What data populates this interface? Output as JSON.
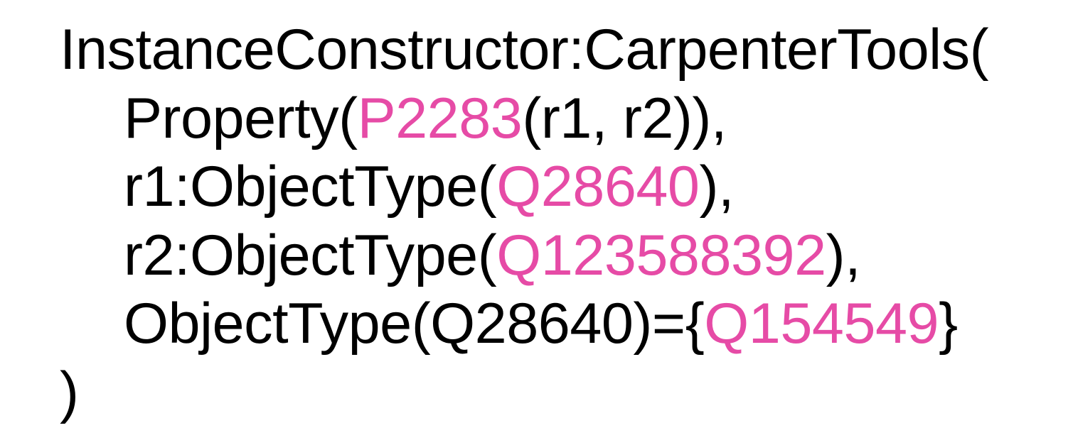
{
  "highlight_color": "#E64BA6",
  "lines": [
    {
      "parts": [
        "InstanceConstructor:CarpenterTools(",
        "",
        ""
      ]
    },
    {
      "parts": [
        "Property(",
        "P2283",
        "(r1, r2)),"
      ]
    },
    {
      "parts": [
        "r1:ObjectType(",
        "Q28640",
        "),"
      ]
    },
    {
      "parts": [
        "r2:ObjectType(",
        "Q123588392",
        "),"
      ]
    },
    {
      "parts": [
        "ObjectType(Q28640)={",
        "Q154549",
        "}"
      ]
    },
    {
      "parts": [
        ")",
        "",
        ""
      ]
    }
  ]
}
